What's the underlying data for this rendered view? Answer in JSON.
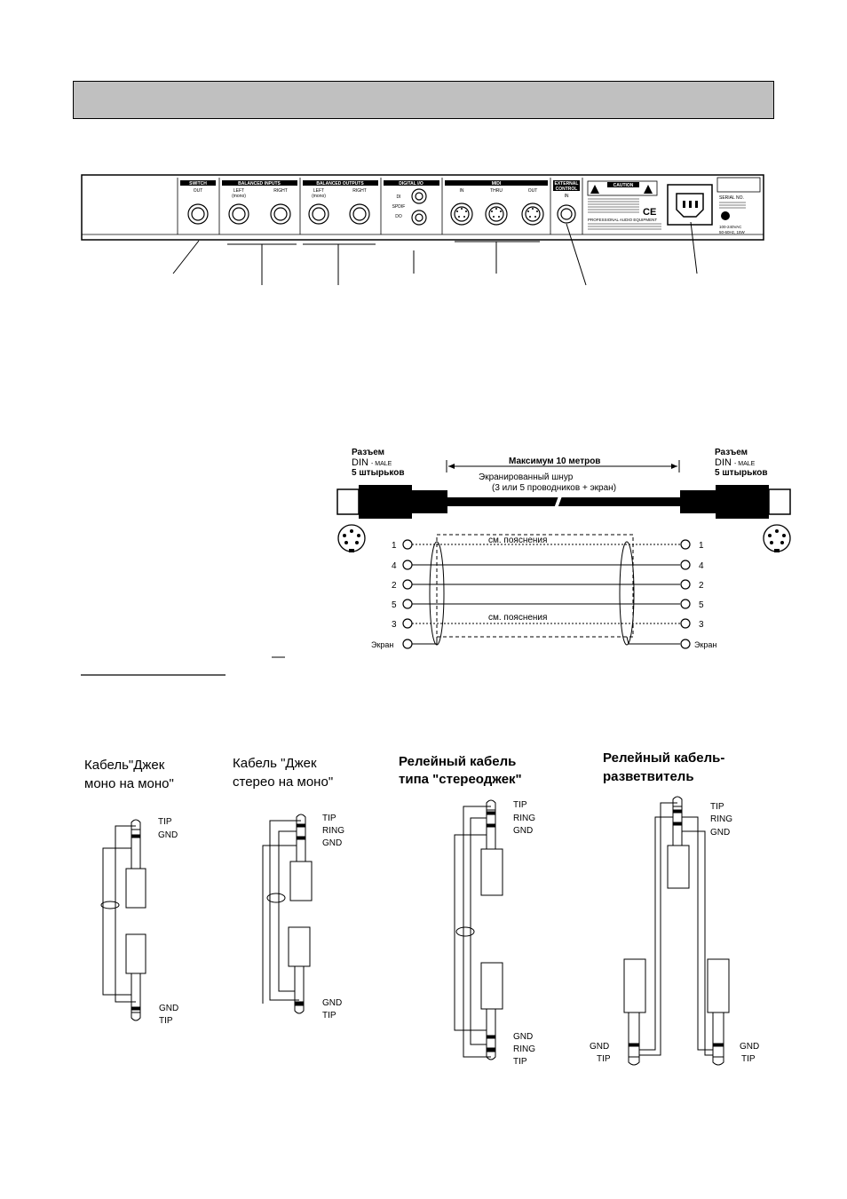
{
  "header": {
    "title": ""
  },
  "panel": {
    "switch": "SWITCH",
    "out": "OUT",
    "balanced_inputs": "BALANCED INPUTS",
    "balanced_outputs": "BALANCED OUTPUTS",
    "left_mono": "LEFT\n(mono)",
    "left": "LEFT",
    "mono": "(mono)",
    "right": "RIGHT",
    "digital_io": "DIGITAL I/O",
    "di": "DI",
    "spdif": "SPDIF",
    "do": "DO",
    "midi": "MIDI",
    "midi_in": "IN",
    "midi_thru": "THRU",
    "midi_out": "OUT",
    "external": "EXTERNAL",
    "control": "CONTROL",
    "ext_in": "IN",
    "caution": "CAUTION",
    "ce": "CE",
    "pro_audio": "PROFESSIONAL AUDIO EQUIPMENT",
    "serial": "SERIAL NO.",
    "power": "100-240VAC",
    "freq": "50-60Hz, 15W"
  },
  "midi_cable": {
    "left_title1": "Разъем",
    "left_title2": "DIN",
    "left_male": "- MALE",
    "left_title3": "5 штырьков",
    "right_title1": "Разъем",
    "right_title2": "DIN",
    "right_male": "- MALE",
    "right_title3": "5 штырьков",
    "max_length": "Максимум 10 метров",
    "shielded": "Экранированный шнур",
    "conductors": "(3 или 5 проводников + экран)",
    "pins_left": [
      "1",
      "4",
      "2",
      "5",
      "3"
    ],
    "pins_right": [
      "1",
      "4",
      "2",
      "5",
      "3"
    ],
    "note_top": "см. пояснения",
    "note_bottom": "см. пояснения",
    "shield_left": "Экран",
    "shield_right": "Экран"
  },
  "cables": {
    "c1_title1": "Кабель\"Джек",
    "c1_title2": "моно на моно\"",
    "c2_title1": "Кабель \"Джек",
    "c2_title2": "стерео на моно\"",
    "c3_title1": "Релейный кабель",
    "c3_title2": "типа \"стереоджек\"",
    "c4_title1": "Релейный кабель-",
    "c4_title2": "разветвитель",
    "tip": "TIP",
    "ring": "RING",
    "gnd": "GND"
  }
}
